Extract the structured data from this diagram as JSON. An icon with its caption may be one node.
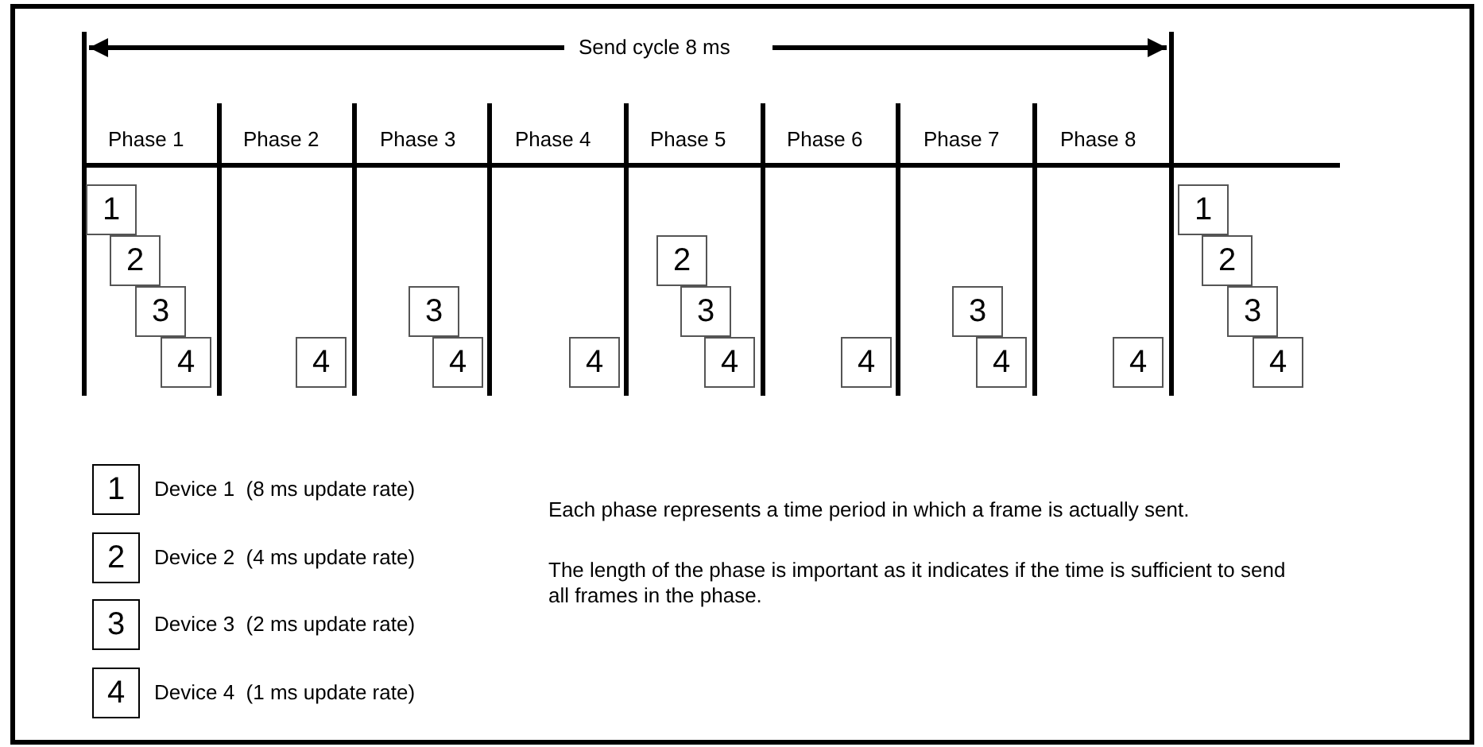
{
  "diagram": {
    "nodes": [
      {
        "text": [
          "1"
        ]
      },
      {
        "text": [
          "2"
        ]
      },
      {
        "text": [
          "3"
        ]
      },
      {
        "text": [
          "4"
        ]
      },
      {
        "text": [
          "4"
        ]
      },
      {
        "text": [
          "3"
        ]
      },
      {
        "text": [
          "4"
        ]
      },
      {
        "text": [
          "4"
        ]
      },
      {
        "text": [
          "2"
        ]
      },
      {
        "text": [
          "3"
        ]
      },
      {
        "text": [
          "4"
        ]
      },
      {
        "text": [
          "4"
        ]
      },
      {
        "text": [
          "3"
        ]
      },
      {
        "text": [
          "4"
        ]
      },
      {
        "text": [
          "4"
        ]
      },
      {
        "text": [
          "1"
        ]
      },
      {
        "text": [
          "2"
        ]
      },
      {
        "text": [
          "3"
        ]
      },
      {
        "text": [
          "4"
        ]
      },
      {
        "text": [
          "1"
        ],
        "beside": [
          "Device 1  (8 ms update rate)"
        ]
      },
      {
        "text": [
          "2"
        ],
        "beside": [
          "Device 2  (4 ms update rate)"
        ]
      },
      {
        "text": [
          "3"
        ],
        "beside": [
          "Device 3  (2 ms update rate)"
        ]
      },
      {
        "text": [
          "4"
        ],
        "beside": [
          "Device 4  (1 ms update rate)"
        ]
      }
    ],
    "edges": [],
    "labels": [
      "Send cycle 8 ms",
      "Phase 1",
      "Phase 2",
      "Phase 3",
      "Phase 4",
      "Phase 5",
      "Phase 6",
      "Phase 7",
      "Phase 8",
      "Each phase represents a time period in which a frame is actually sent.",
      "The length of the phase is important as it indicates if the time is sufficient to send all frames in the phase."
    ]
  }
}
